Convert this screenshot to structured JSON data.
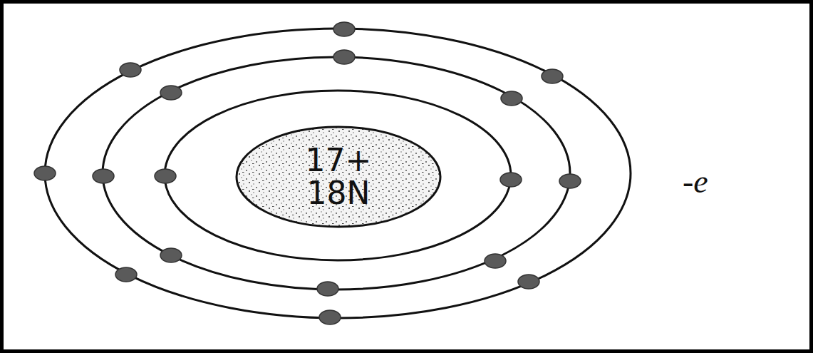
{
  "diagram": {
    "nodes": [
      {
        "text": [
          "17+",
          "18N"
        ]
      }
    ],
    "labels": [
      "-e"
    ]
  }
}
